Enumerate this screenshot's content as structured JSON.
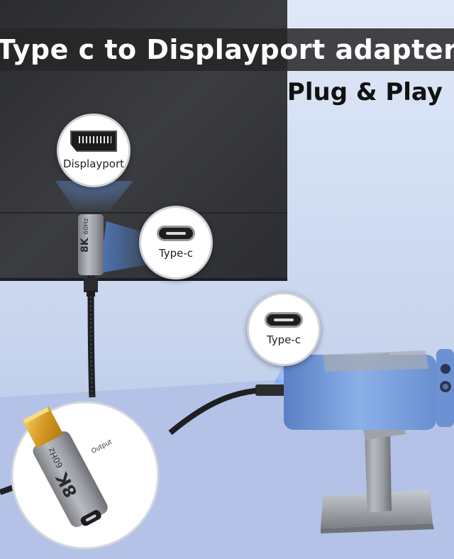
{
  "banner": {
    "title": "Type c to Displayport adapter",
    "subtitle": "Plug & Play"
  },
  "callouts": {
    "displayport_label": "Displayport",
    "typec_upper_label": "Type-c",
    "typec_lower_label": "Type-c"
  },
  "adapter_markings": {
    "resolution": "8K",
    "refresh": "60Hz",
    "port_text": "Output"
  },
  "colors": {
    "title_bar": "#262628",
    "background": "#c9d6ef",
    "monitor": "#3a3b3e",
    "dp_gold": "#d9a52a"
  }
}
